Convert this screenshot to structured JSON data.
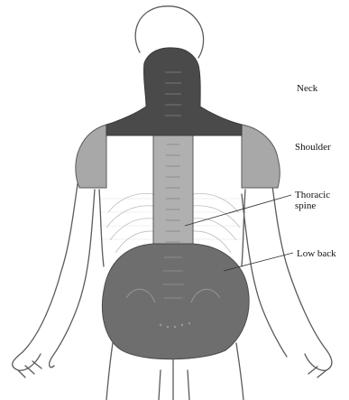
{
  "labels": {
    "neck": "Neck",
    "shoulder": "Shoulder",
    "thoracic": "Thoracic spine",
    "lowback": "Low back"
  },
  "colors": {
    "neck_region": "#4a4a4a",
    "shoulder_region": "#a8a8a8",
    "thoracic_region": "#b0b0b0",
    "lowback_region": "#6e6e6e",
    "outline": "#5a5a5a",
    "bones": "#8c8c8c"
  }
}
